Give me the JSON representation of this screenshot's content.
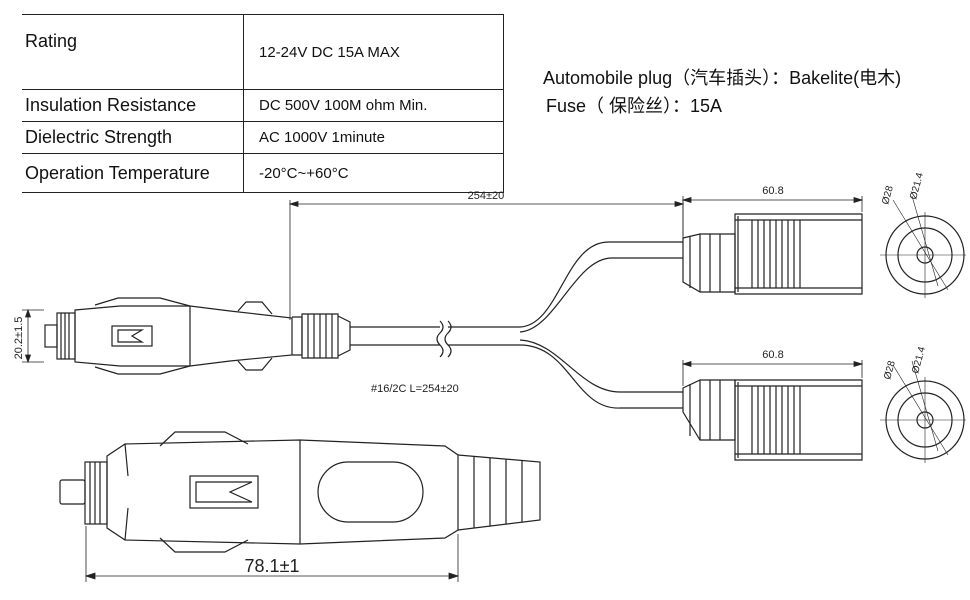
{
  "specs": {
    "rows": [
      {
        "label": "Rating",
        "value": "12-24V DC 15A MAX"
      },
      {
        "label": "Insulation Resistance",
        "value": "DC 500V 100M ohm Min."
      },
      {
        "label": "Dielectric Strength",
        "value": "AC 1000V 1minute"
      },
      {
        "label": "Operation Temperature",
        "value": "-20°C~+60°C"
      }
    ]
  },
  "notes": {
    "plug_material": "Automobile plug（汽车插头）：Bakelite(电木)",
    "fuse": "Fuse（ 保险丝）：15A"
  },
  "dimensions": {
    "cable_length": "254±20",
    "socket_length_top": "60.8",
    "socket_length_bottom": "60.8",
    "socket_outer_dia_top": "Ø28",
    "socket_inner_dia_top": "Ø21.4",
    "socket_outer_dia_bottom": "Ø28",
    "socket_inner_dia_bottom": "Ø21.4",
    "plug_diameter": "20.2±1.5",
    "plug_length": "78.1±1",
    "cable_spec": "#16/2C L=254±20"
  }
}
